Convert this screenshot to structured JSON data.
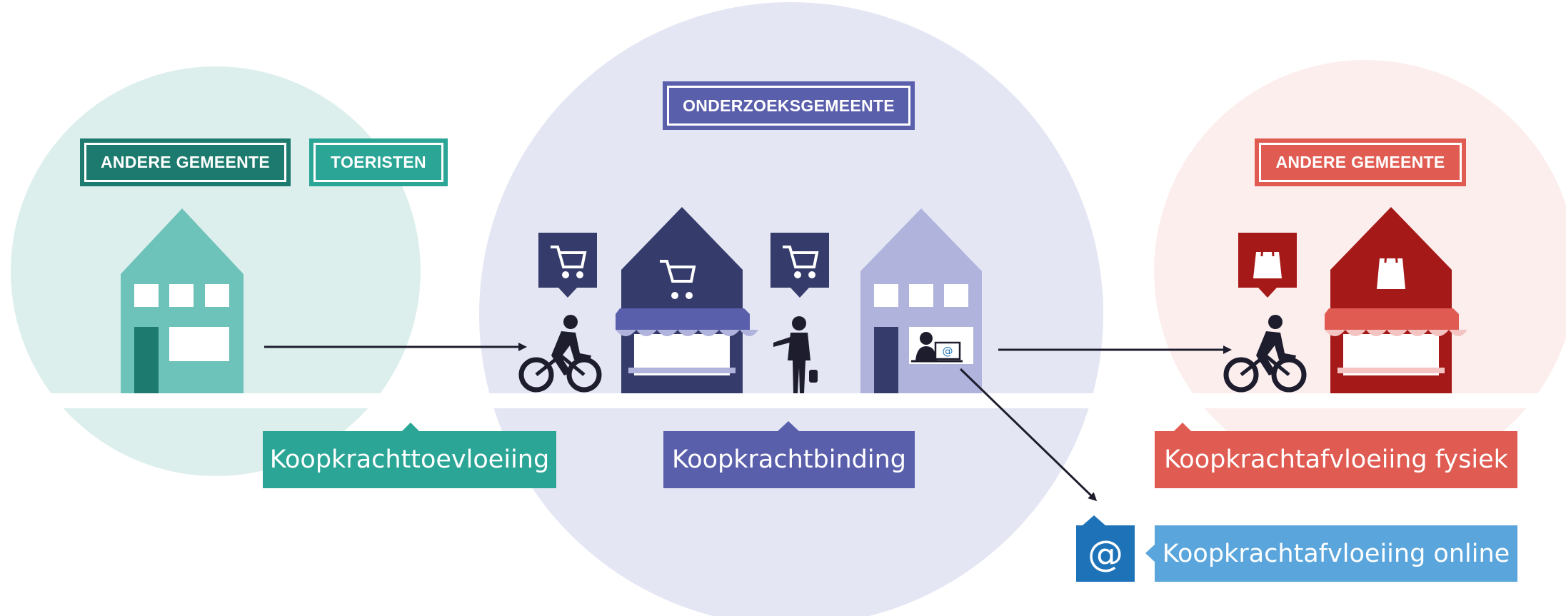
{
  "zones": {
    "left_label": "ANDERE GEMEENTE",
    "tourists_label": "TOERISTEN",
    "center_label": "ONDERZOEKSGEMEENTE",
    "right_label": "ANDERE GEMEENTE"
  },
  "captions": {
    "inflow": "Koopkrachttoevloeiing",
    "binding": "Koopkrachtbinding",
    "outflow_physical": "Koopkrachtafvloeiing fysiek",
    "outflow_online": "Koopkrachtafvloeiing online"
  },
  "at_symbol": "@",
  "colors": {
    "teal": "#2aa596",
    "teal_dark": "#1c7a6e",
    "teal_light": "#6dc2b9",
    "teal_bg": "#dcefec",
    "navy": "#353b6b",
    "indigo": "#5a5fac",
    "lavender": "#b0b3dc",
    "center_bg": "#e4e6f4",
    "red": "#e05c52",
    "red_dark": "#a51a18",
    "red_bg": "#fdeeee",
    "blue": "#5aa5dc",
    "blue_dark": "#1e73b8",
    "ink": "#1d1d2e"
  },
  "icons": [
    "cart-icon",
    "shopping-bag-icon",
    "cyclist-icon",
    "pedestrian-icon",
    "computer-user-icon",
    "at-icon",
    "house-icon",
    "shop-icon"
  ]
}
